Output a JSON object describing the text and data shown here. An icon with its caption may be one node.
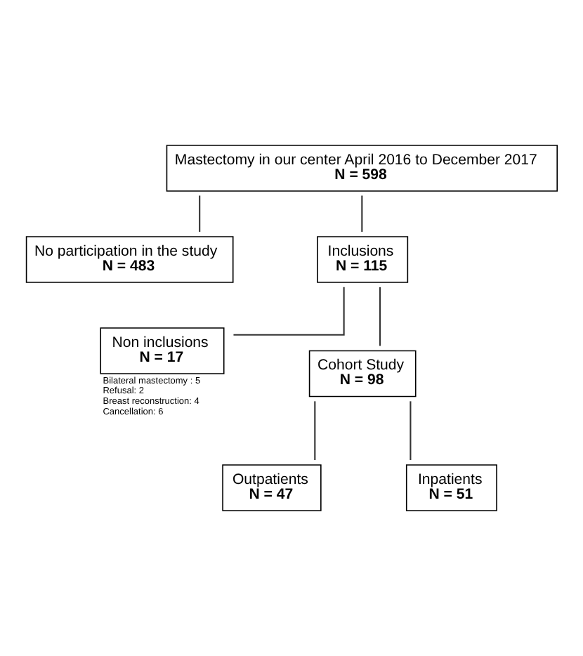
{
  "diagram": {
    "nodes": [
      {
        "text": [
          "Mastectomy in our center April 2016 to December 2017",
          "N = 598"
        ]
      },
      {
        "text": [
          "No participation in the study",
          "N = 483"
        ]
      },
      {
        "text": [
          "Inclusions",
          "N = 115"
        ]
      },
      {
        "text": [
          "Non inclusions",
          "N = 17"
        ],
        "beside": [
          "Bilateral mastectomy : 5",
          "Refusal: 2",
          "Breast reconstruction: 4",
          "Cancellation: 6"
        ]
      },
      {
        "text": [
          "Cohort Study",
          "N = 98"
        ]
      },
      {
        "text": [
          "Outpatients",
          "N = 47"
        ]
      },
      {
        "text": [
          "Inpatients",
          "N = 51"
        ]
      }
    ],
    "edges": [
      {
        "from": 0,
        "to": 1,
        "arrow": "none"
      },
      {
        "from": 0,
        "to": 2,
        "arrow": "none"
      },
      {
        "from": 2,
        "to": 3,
        "arrow": "none"
      },
      {
        "from": 2,
        "to": 4,
        "arrow": "none"
      },
      {
        "from": 4,
        "to": 5,
        "arrow": "none"
      },
      {
        "from": 4,
        "to": 6,
        "arrow": "none"
      }
    ]
  }
}
